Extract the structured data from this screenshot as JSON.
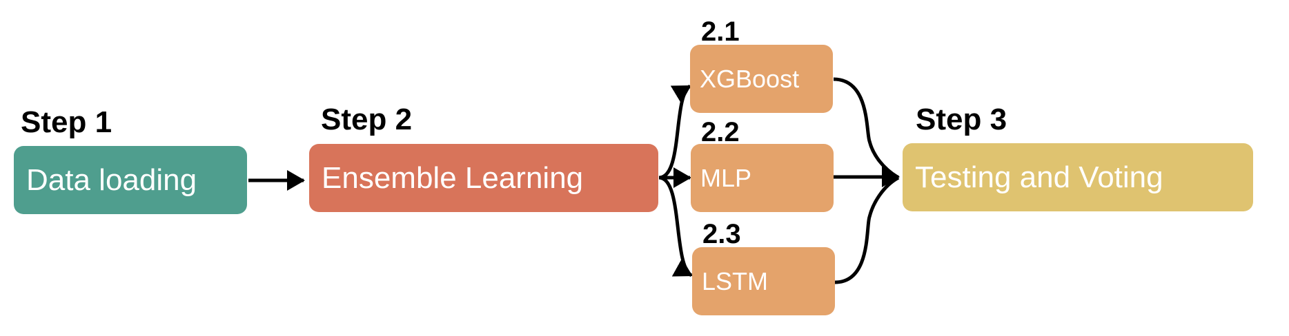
{
  "colors": {
    "step1": "#4f9e8e",
    "step2": "#d8745a",
    "model": "#e4a36b",
    "step3": "#dfc370",
    "arrow": "#000000"
  },
  "steps": {
    "step1": {
      "label": "Step 1",
      "box": "Data loading"
    },
    "step2": {
      "label": "Step 2",
      "box": "Ensemble Learning"
    },
    "step3": {
      "label": "Step 3",
      "box": "Testing and Voting"
    }
  },
  "models": [
    {
      "id": "2.1",
      "label": "XGBoost"
    },
    {
      "id": "2.2",
      "label": "MLP"
    },
    {
      "id": "2.3",
      "label": "LSTM"
    }
  ]
}
